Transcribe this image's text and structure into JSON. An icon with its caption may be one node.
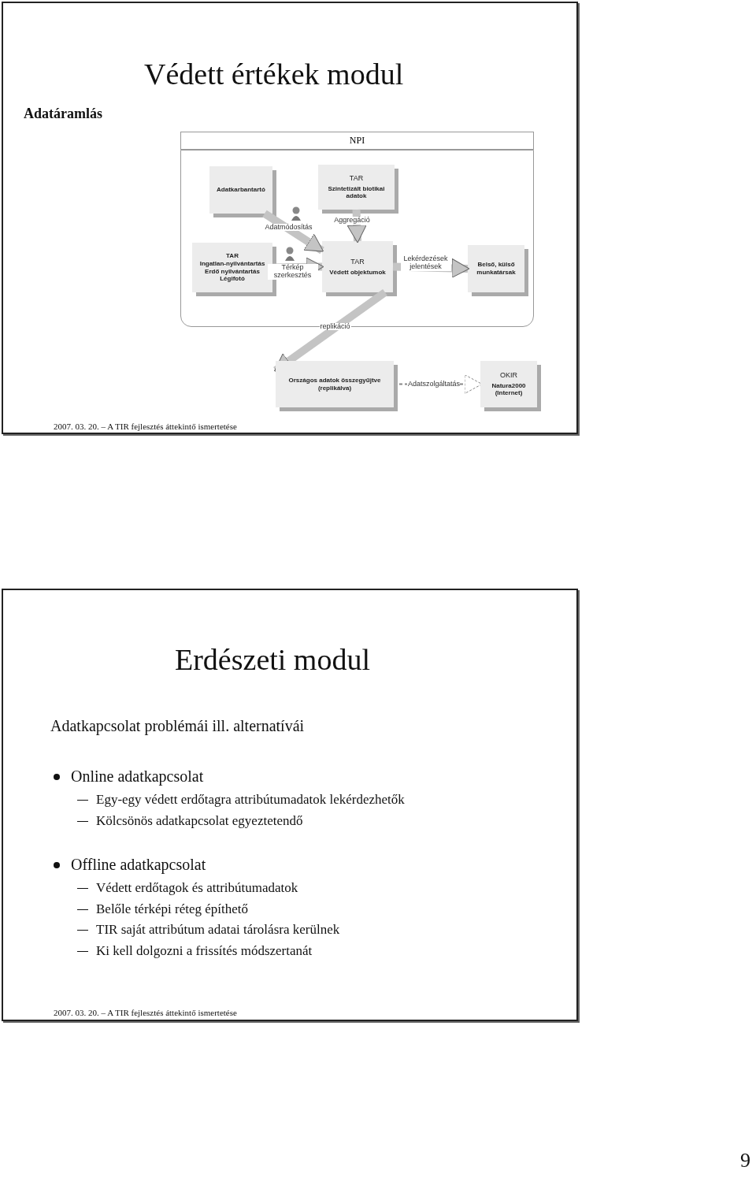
{
  "diagram": {
    "nodes": [
      {
        "text": [
          "NPI"
        ]
      },
      {
        "text": [
          "Adatkarbantartó"
        ],
        "in": 0
      },
      {
        "text": [
          "TAR",
          "Szintetizált biotikai adatok"
        ],
        "in": 0
      },
      {
        "text": [
          "TAR",
          "Ingatlan-nyilvántartás",
          "Erdő nyilvántartás",
          "Légifotó"
        ],
        "in": 0
      },
      {
        "text": [
          "TAR",
          "Védett objektumok"
        ],
        "in": 0
      },
      {
        "text": [
          "Belső, külső munkatársak"
        ],
        "in": 0
      },
      {
        "text": [
          "Országos adatok összegyűjtve (replikálva)"
        ]
      },
      {
        "text": [
          "OKIR",
          "Natura2000",
          "(Internet)"
        ]
      }
    ],
    "edges": [
      {
        "from": 1,
        "to": 4,
        "arrow": "to",
        "label": "Adatmódosítás"
      },
      {
        "from": 2,
        "to": 4,
        "arrow": "to",
        "label": "Aggregáció"
      },
      {
        "from": 3,
        "to": 4,
        "arrow": "to",
        "label": "Térkép szerkesztés"
      },
      {
        "from": 4,
        "to": 5,
        "arrow": "to",
        "label": "Lekérdezések jelentések"
      },
      {
        "from": 4,
        "to": 6,
        "arrow": "to",
        "label": "replikáció"
      },
      {
        "from": 6,
        "to": 7,
        "arrow": "to",
        "label": "Adatszolgáltatás",
        "style": "dashed"
      }
    ],
    "labels": [
      "Védett értékek modul",
      "Adatáramlás",
      "2007. 03. 20. – A TIR fejlesztés áttekintő ismertetése",
      "Erdészeti modul",
      "Adatkapcsolat problémái ill. alternatívái",
      "Online adatkapcsolat",
      "Egy-egy védett erdőtagra attribútumadatok lekérdezhetők",
      "Kölcsönös adatkapcsolat egyeztetendő",
      "Offline adatkapcsolat",
      "Védett erdőtagok és attribútumadatok",
      "Belőle térképi réteg építhető",
      "TIR saját attribútum adatai tárolásra kerülnek",
      "Ki kell dolgozni a frissítés módszertanát",
      "2007. 03. 20. – A TIR fejlesztés áttekintő ismertetése",
      "9"
    ]
  }
}
